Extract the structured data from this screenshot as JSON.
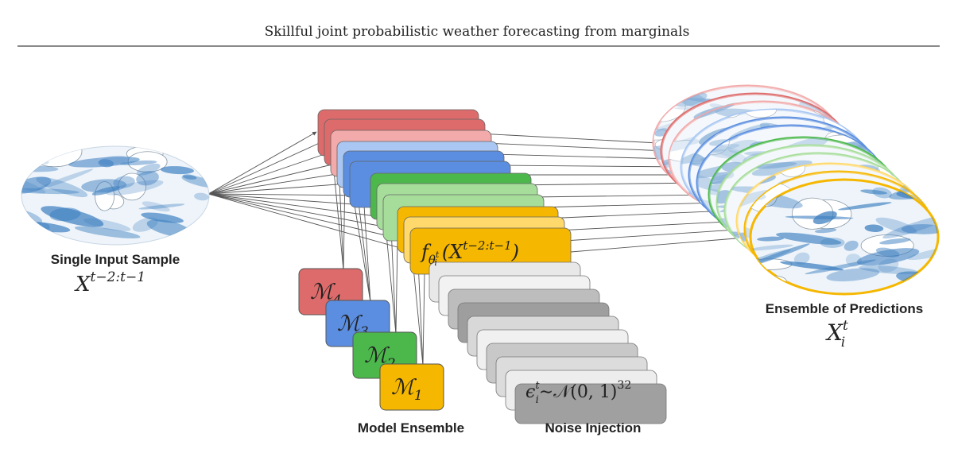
{
  "header": {
    "running_title": "Skillful joint probabilistic weather forecasting from marginals"
  },
  "figure": {
    "input_label": "Single Input Sample",
    "input_math": {
      "base": "X",
      "sup": "t−2:t−1"
    },
    "model_ensemble_label": "Model Ensemble",
    "noise_injection_label": "Noise Injection",
    "output_label": "Ensemble of Predictions",
    "output_math": {
      "base": "X",
      "sup": "t",
      "sub": "i"
    },
    "function_math": {
      "f": "f",
      "theta": "θ",
      "theta_sup": "t",
      "theta_sub": "i",
      "arg": "(X",
      "arg_sup": "t−2:t−1",
      "close": ")"
    },
    "noise_math": {
      "eps": "ϵ",
      "sup": "t",
      "sub": "i",
      "tilde": "∼",
      "normal": "𝒩(0, 1)",
      "power": "32"
    },
    "models": [
      {
        "symbol": "ℳ",
        "index": "4",
        "color": "#dd6b6b"
      },
      {
        "symbol": "ℳ",
        "index": "3",
        "color": "#5b8ee0"
      },
      {
        "symbol": "ℳ",
        "index": "2",
        "color": "#4cb84c"
      },
      {
        "symbol": "ℳ",
        "index": "1",
        "color": "#f5b700"
      }
    ],
    "colors": {
      "red": "#dd6b6b",
      "red_light": "#f2aaaa",
      "blue": "#5b8ee0",
      "blue_light": "#a9c7f2",
      "green": "#4cb84c",
      "green_light": "#a6dd9a",
      "yellow": "#f5b700",
      "yellow_light": "#ffd96b",
      "noise_gray": "#9a9a9a",
      "map_ocean": "#e6f0f8",
      "map_weather": "#3d7fc0"
    }
  }
}
